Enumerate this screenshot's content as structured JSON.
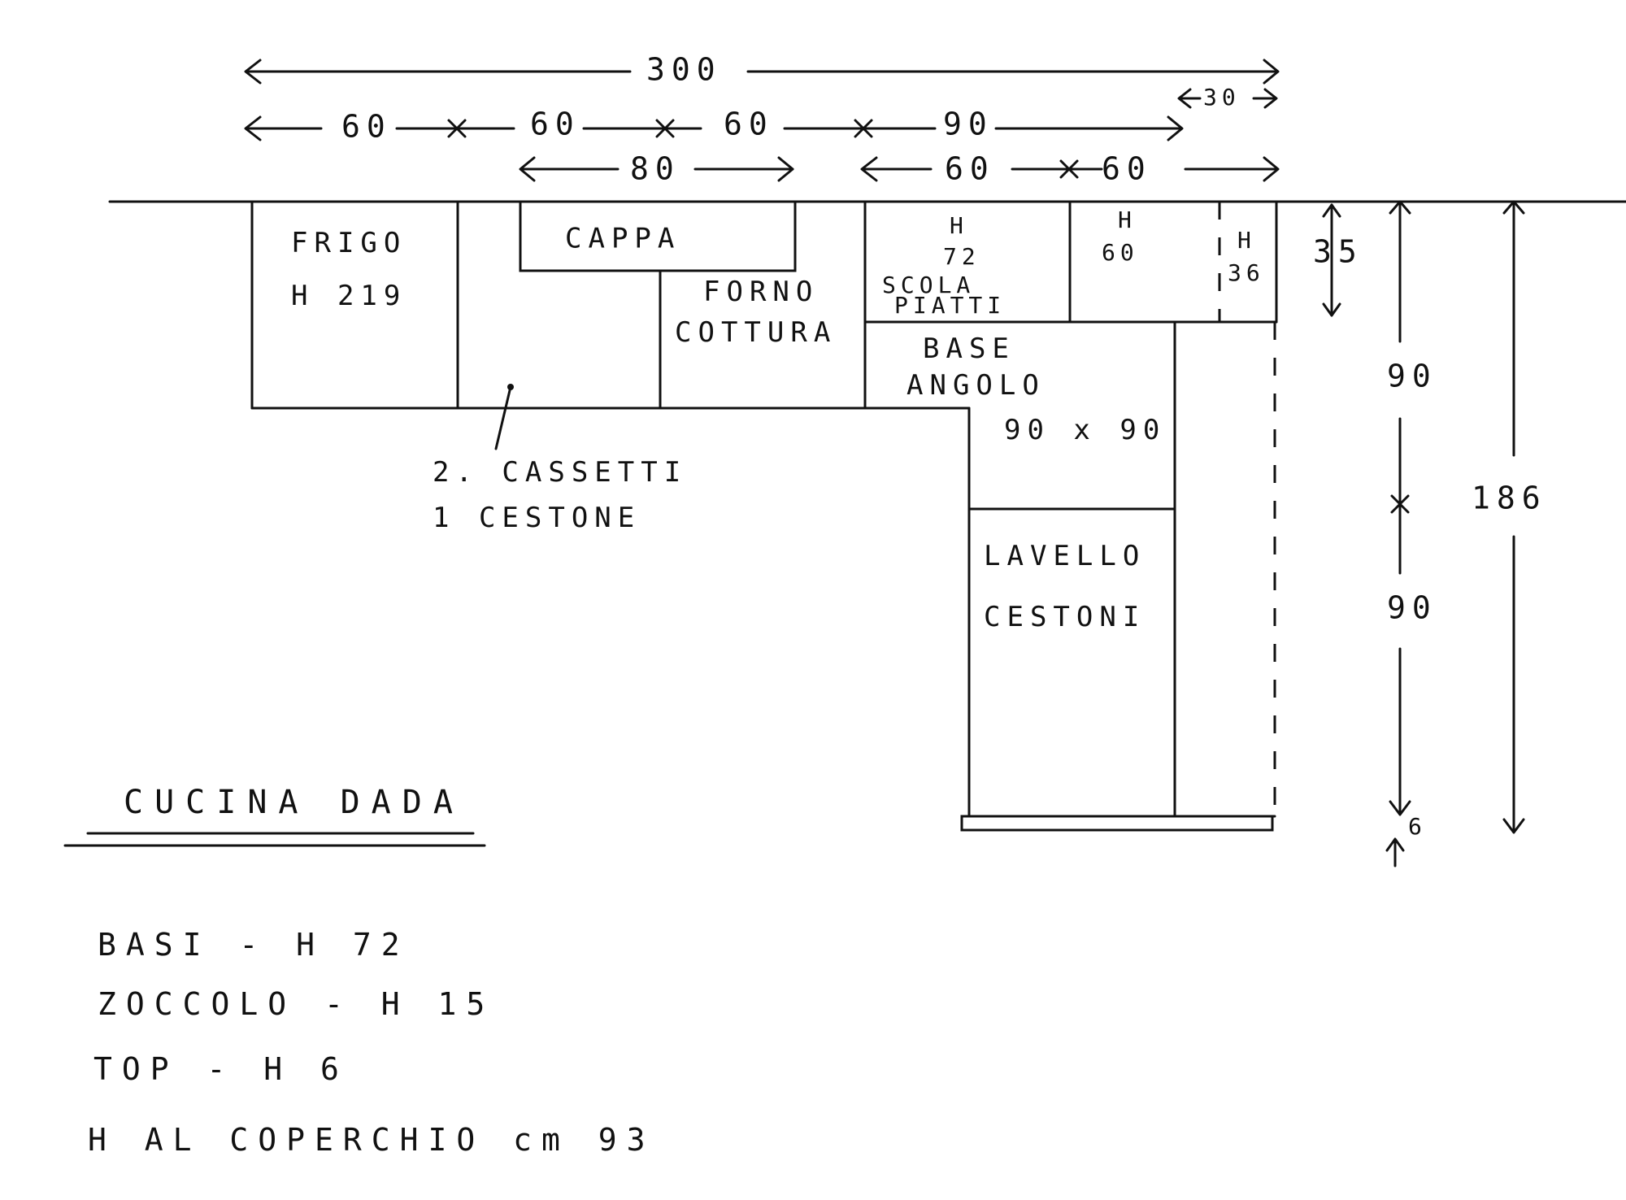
{
  "title": "CUCINA DADA",
  "dimensions": {
    "total": "300",
    "row1": [
      "60",
      "60",
      "60",
      "90"
    ],
    "overhang": "30",
    "row2": [
      "80",
      "60",
      "60"
    ],
    "depth_upper": "35",
    "depth_a": "90",
    "depth_b": "90",
    "top_thickness": "6",
    "depth_total": "186"
  },
  "units": {
    "frigo": {
      "name": "FRIGO",
      "height": "H 219"
    },
    "cassetti": {
      "line1": "2. CASSETTI",
      "line2": "1 CESTONE"
    },
    "cappa": "CAPPA",
    "forno": {
      "line1": "FORNO",
      "line2": "COTTURA"
    },
    "scolapiatti": {
      "h": "H",
      "value": "72",
      "line1": "SCOLA",
      "line2": "PIATTI"
    },
    "pensile60": {
      "h": "H",
      "value": "60"
    },
    "pensile36": {
      "h": "H",
      "value": "36"
    },
    "base_angolo": {
      "line1": "BASE",
      "line2": "ANGOLO",
      "size": "90 x 90"
    },
    "lavello": {
      "line1": "LAVELLO",
      "line2": "CESTONI"
    }
  },
  "notes": [
    "BASI - H 72",
    "ZOCCOLO - H 15",
    "TOP - H 6",
    "H AL COPERCHIO cm 93"
  ]
}
